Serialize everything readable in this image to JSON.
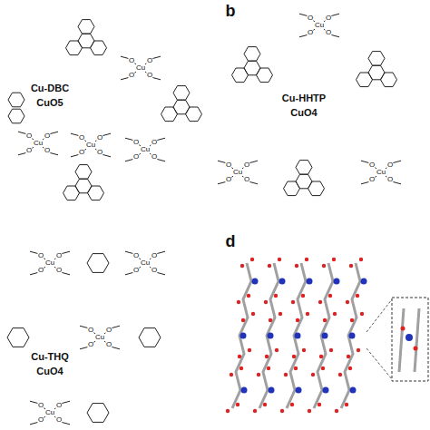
{
  "diagram": {
    "labels": [
      "b",
      "d",
      "Cu-DBC",
      "CuO5",
      "Cu-HHTP",
      "CuO4",
      "Cu-THQ",
      "CuO4",
      "Cu",
      "O",
      "O",
      "O",
      "O",
      "Cu",
      "O",
      "O",
      "O",
      "O",
      "Cu",
      "O",
      "O",
      "O",
      "O",
      "Cu",
      "O",
      "O",
      "O",
      "O",
      "Cu",
      "O",
      "O",
      "O",
      "O",
      "Cu",
      "O",
      "O",
      "O",
      "O",
      "Cu",
      "O",
      "O",
      "O",
      "O",
      "Cu",
      "O",
      "O",
      "O",
      "O",
      "Cu",
      "O",
      "O",
      "O",
      "O",
      "Cu",
      "O",
      "O",
      "O",
      "O",
      "Cu",
      "O",
      "O",
      "O",
      "O"
    ]
  }
}
